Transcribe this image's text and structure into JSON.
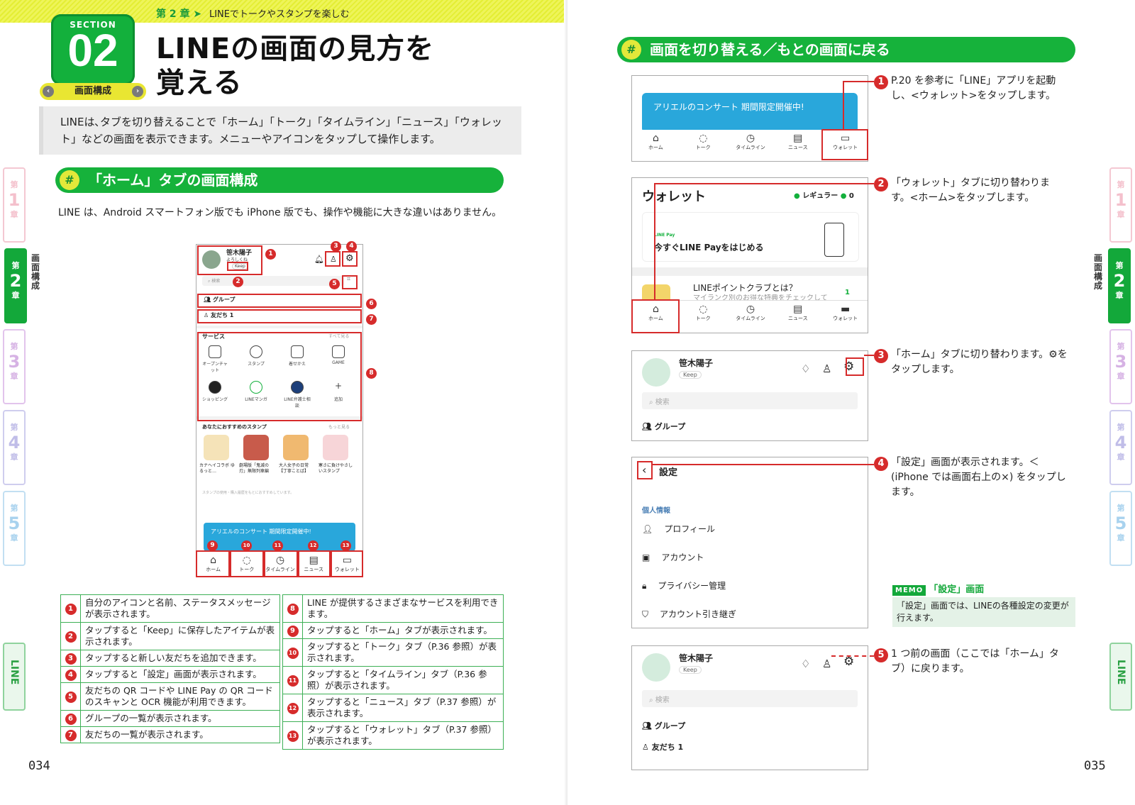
{
  "left": {
    "chapter_label": "第 2 章",
    "chapter_title": "LINEでトークやスタンプを楽しむ",
    "section_word": "SECTION",
    "section_number": "02",
    "section_category": "画面構成",
    "title_line1": "LINEの画面の見方を",
    "title_line2": "覚える",
    "intro": "LINEは､タブを切り替えることで「ホーム」「トーク」「タイムライン」「ニュース」「ウォレット」などの画面を表示できます。メニューやアイコンをタップして操作します。",
    "heading": "「ホーム」タブの画面構成",
    "paragraph": "LINE は、Android スマートフォン版でも iPhone 版でも、操作や機能に大きな違いはありません。",
    "page_number": "034"
  },
  "home_screen": {
    "user_name": "笹木陽子",
    "status": "よろしくね",
    "keep": "Keep",
    "search_placeholder": "検索",
    "group": "グループ",
    "friends": "友だち 1",
    "services_title": "サービス",
    "services_more": "すべて見る",
    "services": [
      "オープンチャット",
      "スタンプ",
      "着せかえ",
      "GAME",
      "ショッピング",
      "LINEマンガ",
      "LINE弁護士相談",
      "追加"
    ],
    "stamps_title": "あなたにおすすめのスタンプ",
    "stamps_more": "もっと見る",
    "stamps": [
      "カナヘイコラボ ゆるっと…",
      "劇場版「鬼滅の刃」無限列車編",
      "大人女子の日常【丁寧ことば】",
      "寒さに負けやさしいスタンプ"
    ],
    "stamps_note": "スタンプの使用・購入履歴をもとにおすすめしています。",
    "banner": "アリエルのコンサート 期間限定開催中!",
    "tabs": [
      "ホーム",
      "トーク",
      "タイムライン",
      "ニュース",
      "ウォレット"
    ]
  },
  "legend_left": [
    {
      "n": "1",
      "text": "自分のアイコンと名前、ステータスメッセージが表示されます。"
    },
    {
      "n": "2",
      "text": "タップすると「Keep」に保存したアイテムが表示されます。"
    },
    {
      "n": "3",
      "text": "タップすると新しい友だちを追加できます。"
    },
    {
      "n": "4",
      "text": "タップすると「設定」画面が表示されます。"
    },
    {
      "n": "5",
      "text": "友だちの QR コードや LINE Pay の QR コードのスキャンと OCR 機能が利用できます。"
    },
    {
      "n": "6",
      "text": "グループの一覧が表示されます。"
    },
    {
      "n": "7",
      "text": "友だちの一覧が表示されます。"
    }
  ],
  "legend_right": [
    {
      "n": "8",
      "text": "LINE が提供するさまざまなサービスを利用できます。"
    },
    {
      "n": "9",
      "text": "タップすると「ホーム」タブが表示されます。"
    },
    {
      "n": "10",
      "text": "タップすると「トーク」タブ（P.36 参照）が表示されます。"
    },
    {
      "n": "11",
      "text": "タップすると「タイムライン」タブ（P.36 参照）が表示されます。"
    },
    {
      "n": "12",
      "text": "タップすると「ニュース」タブ（P.37 参照）が表示されます。"
    },
    {
      "n": "13",
      "text": "タップすると「ウォレット」タブ（P.37 参照）が表示されます。"
    }
  ],
  "right": {
    "heading": "画面を切り替える／もとの画面に戻る",
    "page_number": "035",
    "step1": "P.20 を参考に「LINE」アプリを起動し、<ウォレット>をタップします。",
    "step2": "「ウォレット」タブに切り替わります。<ホーム>をタップします。",
    "step3": "「ホーム」タブに切り替わります。⚙をタップします。",
    "step4": "「設定」画面が表示されます。＜(iPhone では画面右上の×) をタップします。",
    "step5": "1 つ前の画面（ここでは「ホーム」タブ）に戻ります。",
    "wallet_title": "ウォレット",
    "wallet_regular": "レギュラー",
    "wallet_points": "0",
    "linepay_tag": "LINE Pay",
    "linepay_start": "今すぐLINE Payをはじめる",
    "points_club": "LINEポイントクラブとは？",
    "points_club_sub": "マイランク別のお得な特典をチェックして",
    "points_club_count": "1",
    "settings_title": "設定",
    "settings_section": "個人情報",
    "settings_items": [
      "プロフィール",
      "アカウント",
      "プライバシー管理",
      "アカウント引き継ぎ"
    ],
    "memo_tag": "MEMO",
    "memo_title": "「設定」画面",
    "memo_body": "「設定」画面では、LINEの各種設定の変更が行えます。"
  },
  "side_tabs": {
    "dai": "第",
    "sho": "章",
    "nums": [
      "1",
      "2",
      "3",
      "4",
      "5"
    ],
    "current_label": "画面構成",
    "line": "LINE"
  }
}
